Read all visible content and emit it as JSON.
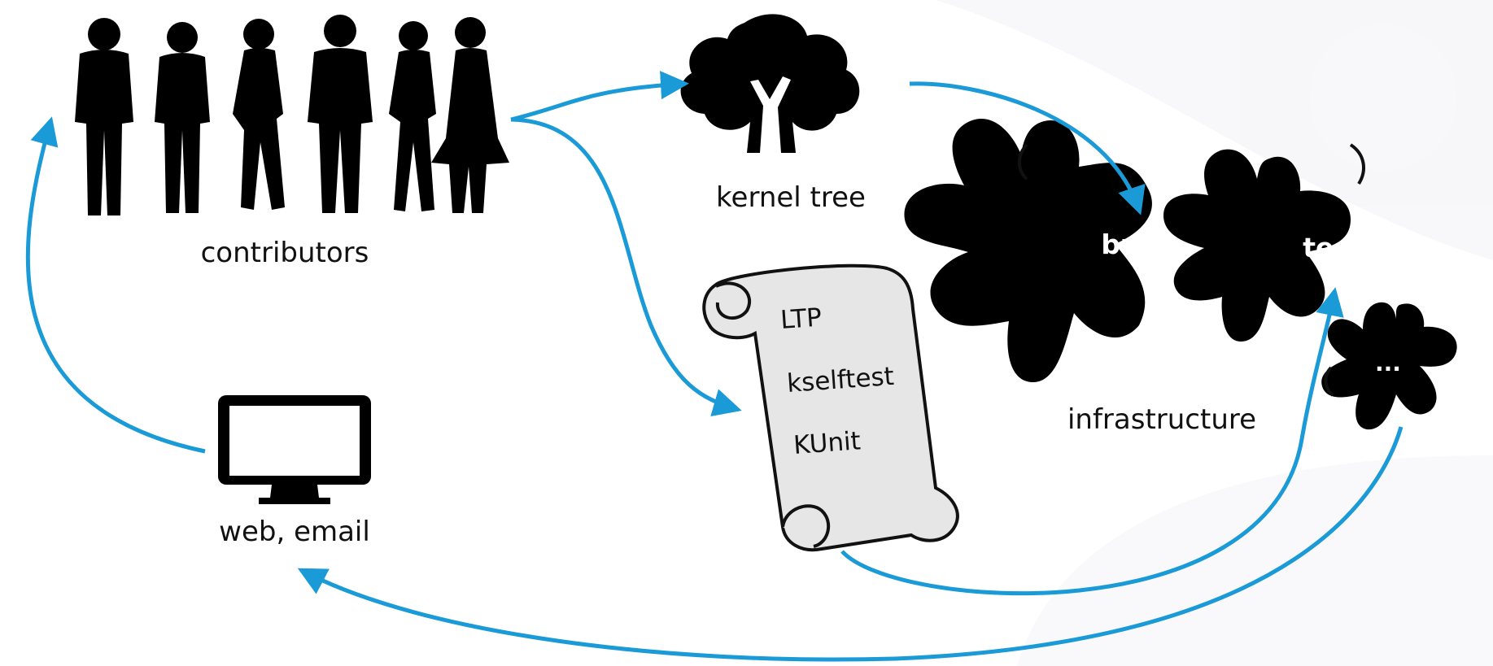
{
  "nodes": {
    "contributors": {
      "label": "contributors"
    },
    "kernel_tree": {
      "label": "kernel tree"
    },
    "tests": {
      "items": [
        "LTP",
        "kselftest",
        "KUnit"
      ]
    },
    "infrastructure": {
      "label": "infrastructure",
      "gears": [
        "build",
        "test",
        "..."
      ]
    },
    "web_email": {
      "label": "web, email"
    }
  },
  "colors": {
    "arrow": "#1a9ad6",
    "silhouette": "#000000",
    "scroll_fill": "#e6e6e6",
    "background_watermark": "#f3f3f8"
  },
  "icons": {
    "contributors": "people-silhouettes-icon",
    "kernel_tree": "tree-icon",
    "tests": "scroll-icon",
    "infrastructure": "gear-blob-icon",
    "web_email": "monitor-icon"
  }
}
